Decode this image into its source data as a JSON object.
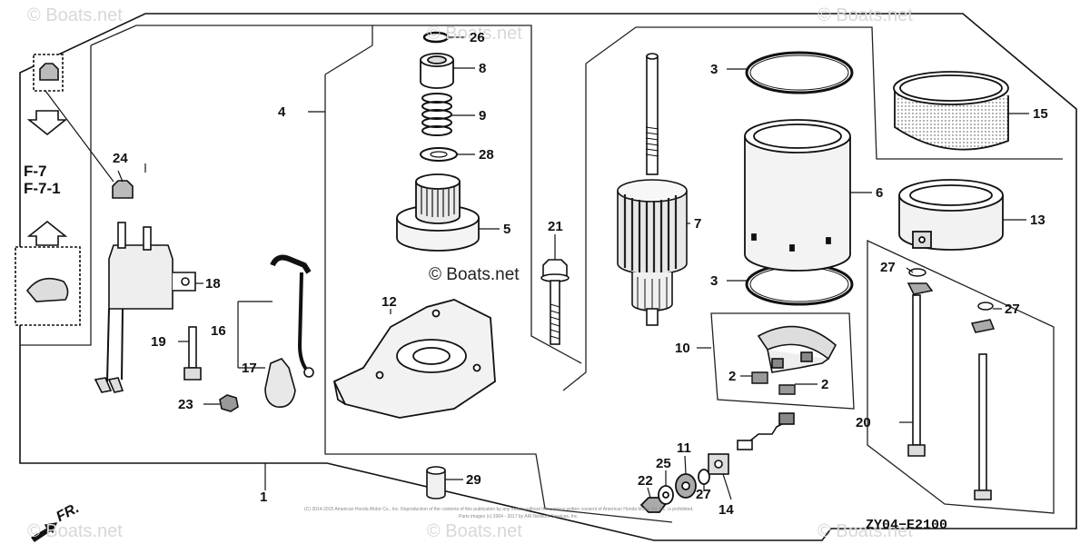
{
  "diagram": {
    "code": "ZY04−E2100",
    "copyright_center": "© Boats.net",
    "watermark": "© Boats.net",
    "fine_print_1": "(C) 2014-2015 American Honda Motor Co., Inc. Reproduction of the contents of this publication by any means without the express written consent of American Honda Motor Co. Inc. is prohibited.",
    "fine_print_2": "Parts images (c) 2004 - 2017 by ARI Network Services, Inc.",
    "front_mark": "FR.",
    "ref_1": "F-7",
    "ref_2": "F-7-1"
  },
  "part_labels": {
    "p1": "1",
    "p2a": "2",
    "p2b": "2",
    "p3a": "3",
    "p3b": "3",
    "p4": "4",
    "p5": "5",
    "p6": "6",
    "p7": "7",
    "p8": "8",
    "p9": "9",
    "p10": "10",
    "p11": "11",
    "p12": "12",
    "p13": "13",
    "p14": "14",
    "p15": "15",
    "p16": "16",
    "p17": "17",
    "p18": "18",
    "p19": "19",
    "p20": "20",
    "p21": "21",
    "p22": "22",
    "p23": "23",
    "p24": "24",
    "p25": "25",
    "p26": "26",
    "p27a": "27",
    "p27b": "27",
    "p27c": "27",
    "p28": "28",
    "p29": "29"
  }
}
